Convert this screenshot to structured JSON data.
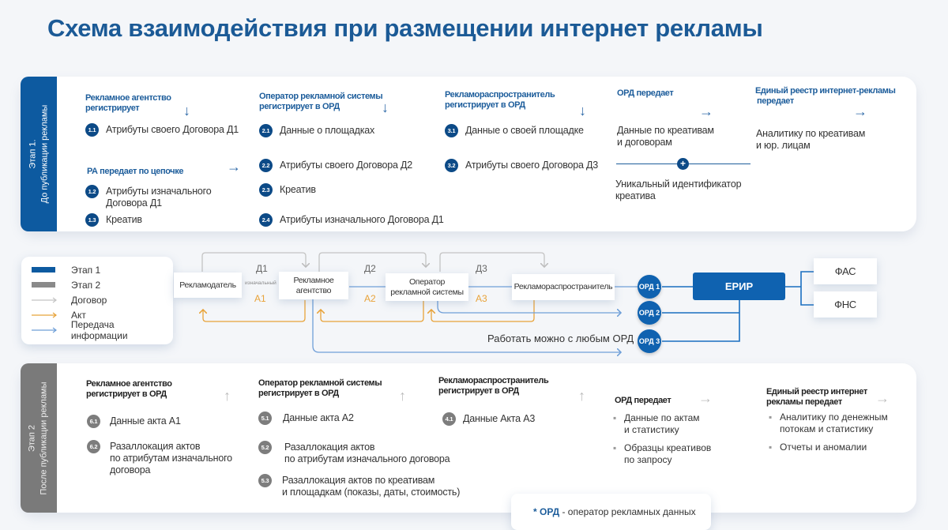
{
  "title": "Схема взаимодействия при размещении интернет рекламы",
  "stage1": {
    "tab": [
      "Этап 1.",
      "До публикации рекламы"
    ],
    "col1": {
      "header": [
        "Рекламное агентство",
        "регистрирует"
      ],
      "items": [
        {
          "num": "1.1",
          "text": "Атрибуты своего Договора Д1"
        }
      ],
      "subheader": "РА передает по цепочке",
      "subitems": [
        {
          "num": "1.2",
          "text": [
            "Атрибуты изначального",
            "Договора Д1"
          ]
        },
        {
          "num": "1.3",
          "text": "Креатив"
        }
      ]
    },
    "col2": {
      "header": [
        "Оператор рекламной системы",
        "регистрирует в ОРД"
      ],
      "items": [
        {
          "num": "2.1",
          "text": "Данные о площадках"
        },
        {
          "num": "2.2",
          "text": "Атрибуты своего Договора Д2"
        },
        {
          "num": "2.3",
          "text": "Креатив"
        },
        {
          "num": "2.4",
          "text": "Атрибуты изначального Договора Д1"
        }
      ]
    },
    "col3": {
      "header": [
        "Рекламораспространитель",
        "регистрирует в ОРД"
      ],
      "items": [
        {
          "num": "3.1",
          "text": "Данные о своей площадке"
        },
        {
          "num": "3.2",
          "text": "Атрибуты своего Договора Д3"
        }
      ]
    },
    "col4": {
      "header": "ОРД передает",
      "text1": [
        "Данные по креативам",
        "и договорам"
      ],
      "text2": [
        "Уникальный идентификатор",
        "креатива"
      ]
    },
    "col5": {
      "header": [
        "Единый реестр интернет-рекламы",
        "передает"
      ],
      "text": [
        "Аналитику по креативам",
        "и юр. лицам"
      ]
    }
  },
  "legend": [
    {
      "label": "Этап 1",
      "kind": "bar",
      "color": "#0d5aa0"
    },
    {
      "label": "Этап 2",
      "kind": "bar",
      "color": "#8a8a8a"
    },
    {
      "label": "Договор",
      "kind": "arrow",
      "color": "#c4c4c4"
    },
    {
      "label": "Акт",
      "kind": "arrow",
      "color": "#e8a33a"
    },
    {
      "label": "Передача информации",
      "kind": "arrow",
      "color": "#6f9fd8"
    }
  ],
  "flow": {
    "nodes": {
      "advertiser": "Рекламодатель",
      "agency": [
        "Рекламное",
        "агентство"
      ],
      "operator": [
        "Оператор",
        "рекламной системы"
      ],
      "distributor": "Рекламораспространитель"
    },
    "contracts": {
      "d1": "Д1",
      "d1_note": "изначальный",
      "d2": "Д2",
      "d3": "Д3"
    },
    "acts": {
      "a1": "А1",
      "a2": "А2",
      "a3": "А3"
    },
    "ords": [
      "ОРД 1",
      "ОРД 2",
      "ОРД 3"
    ],
    "erir": "ЕРИР",
    "fas": "ФАС",
    "fns": "ФНС",
    "any_ord": "Работать можно с любым ОРД"
  },
  "stage2": {
    "tab": [
      "Этап 2",
      "После публикации рекламы"
    ],
    "col1": {
      "header": [
        "Рекламное агентство",
        "регистрирует в ОРД"
      ],
      "items": [
        {
          "num": "6.1",
          "text": "Данные акта А1"
        },
        {
          "num": "6.2",
          "text": [
            "Разаллокация актов",
            "по атрибутам изначального",
            "договора"
          ]
        }
      ]
    },
    "col2": {
      "header": [
        "Оператор рекламной системы",
        "регистрирует в ОРД"
      ],
      "items": [
        {
          "num": "5.1",
          "text": "Данные акта А2"
        },
        {
          "num": "5.2",
          "text": [
            "Разаллокация актов",
            "по атрибутам изначального договора"
          ]
        },
        {
          "num": "5.3",
          "text": [
            "Разаллокация актов по креативам",
            "и площадкам (показы, даты, стоимость)"
          ]
        }
      ]
    },
    "col3": {
      "header": [
        "Рекламораспространитель",
        "регистрирует в ОРД"
      ],
      "items": [
        {
          "num": "4.1",
          "text": "Данные Акта А3"
        }
      ]
    },
    "col4": {
      "header": "ОРД передает",
      "bullets": [
        [
          "Данные по актам",
          "и статистику"
        ],
        [
          "Образцы креативов",
          "по запросу"
        ]
      ]
    },
    "col5": {
      "header": [
        "Единый реестр интернет",
        "рекламы передает"
      ],
      "bullets": [
        [
          "Аналитику по денежным",
          "потокам и статистику"
        ],
        [
          "Отчеты и аномалии"
        ]
      ]
    }
  },
  "footnote": {
    "star": "* ОРД",
    "text": " - оператор рекламных данных"
  },
  "colors": {
    "primary": "#0f62b0",
    "dark_blue": "#0c4a87",
    "act": "#e8a33a",
    "contract": "#c4c4c4",
    "info": "#6f9fd8",
    "stage2": "#7a7a7a"
  }
}
